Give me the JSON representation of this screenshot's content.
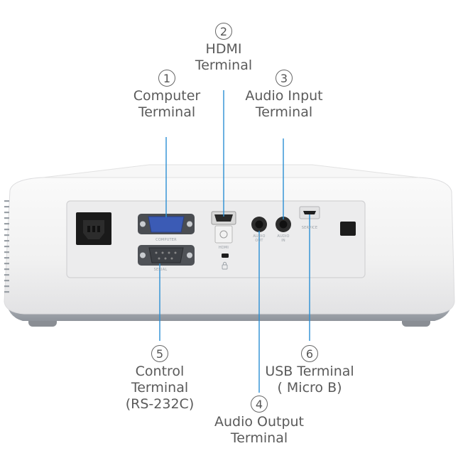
{
  "callouts": [
    {
      "number": "1",
      "text": "Computer\nTerminal"
    },
    {
      "number": "2",
      "text": "HDMI\nTerminal"
    },
    {
      "number": "3",
      "text": "Audio Input\nTerminal"
    },
    {
      "number": "4",
      "text": "Audio Output\nTerminal"
    },
    {
      "number": "5",
      "text": "Control\nTerminal\n(RS-232C)"
    },
    {
      "number": "6",
      "text": "USB Terminal\n( Micro B)"
    }
  ],
  "panel_labels": {
    "computer": "COMPUTER",
    "serial": "SERIAL",
    "hdmi": "HDMI",
    "audio_out": "AUDIO\nOUT",
    "audio_in": "AUDIO\nIN",
    "service": "SERVICE"
  },
  "colors": {
    "leader_line": "#2a8fd4",
    "vga_port": "#3b5bb5",
    "body": "#f4f4f4",
    "panel": "#e9e9ea"
  }
}
